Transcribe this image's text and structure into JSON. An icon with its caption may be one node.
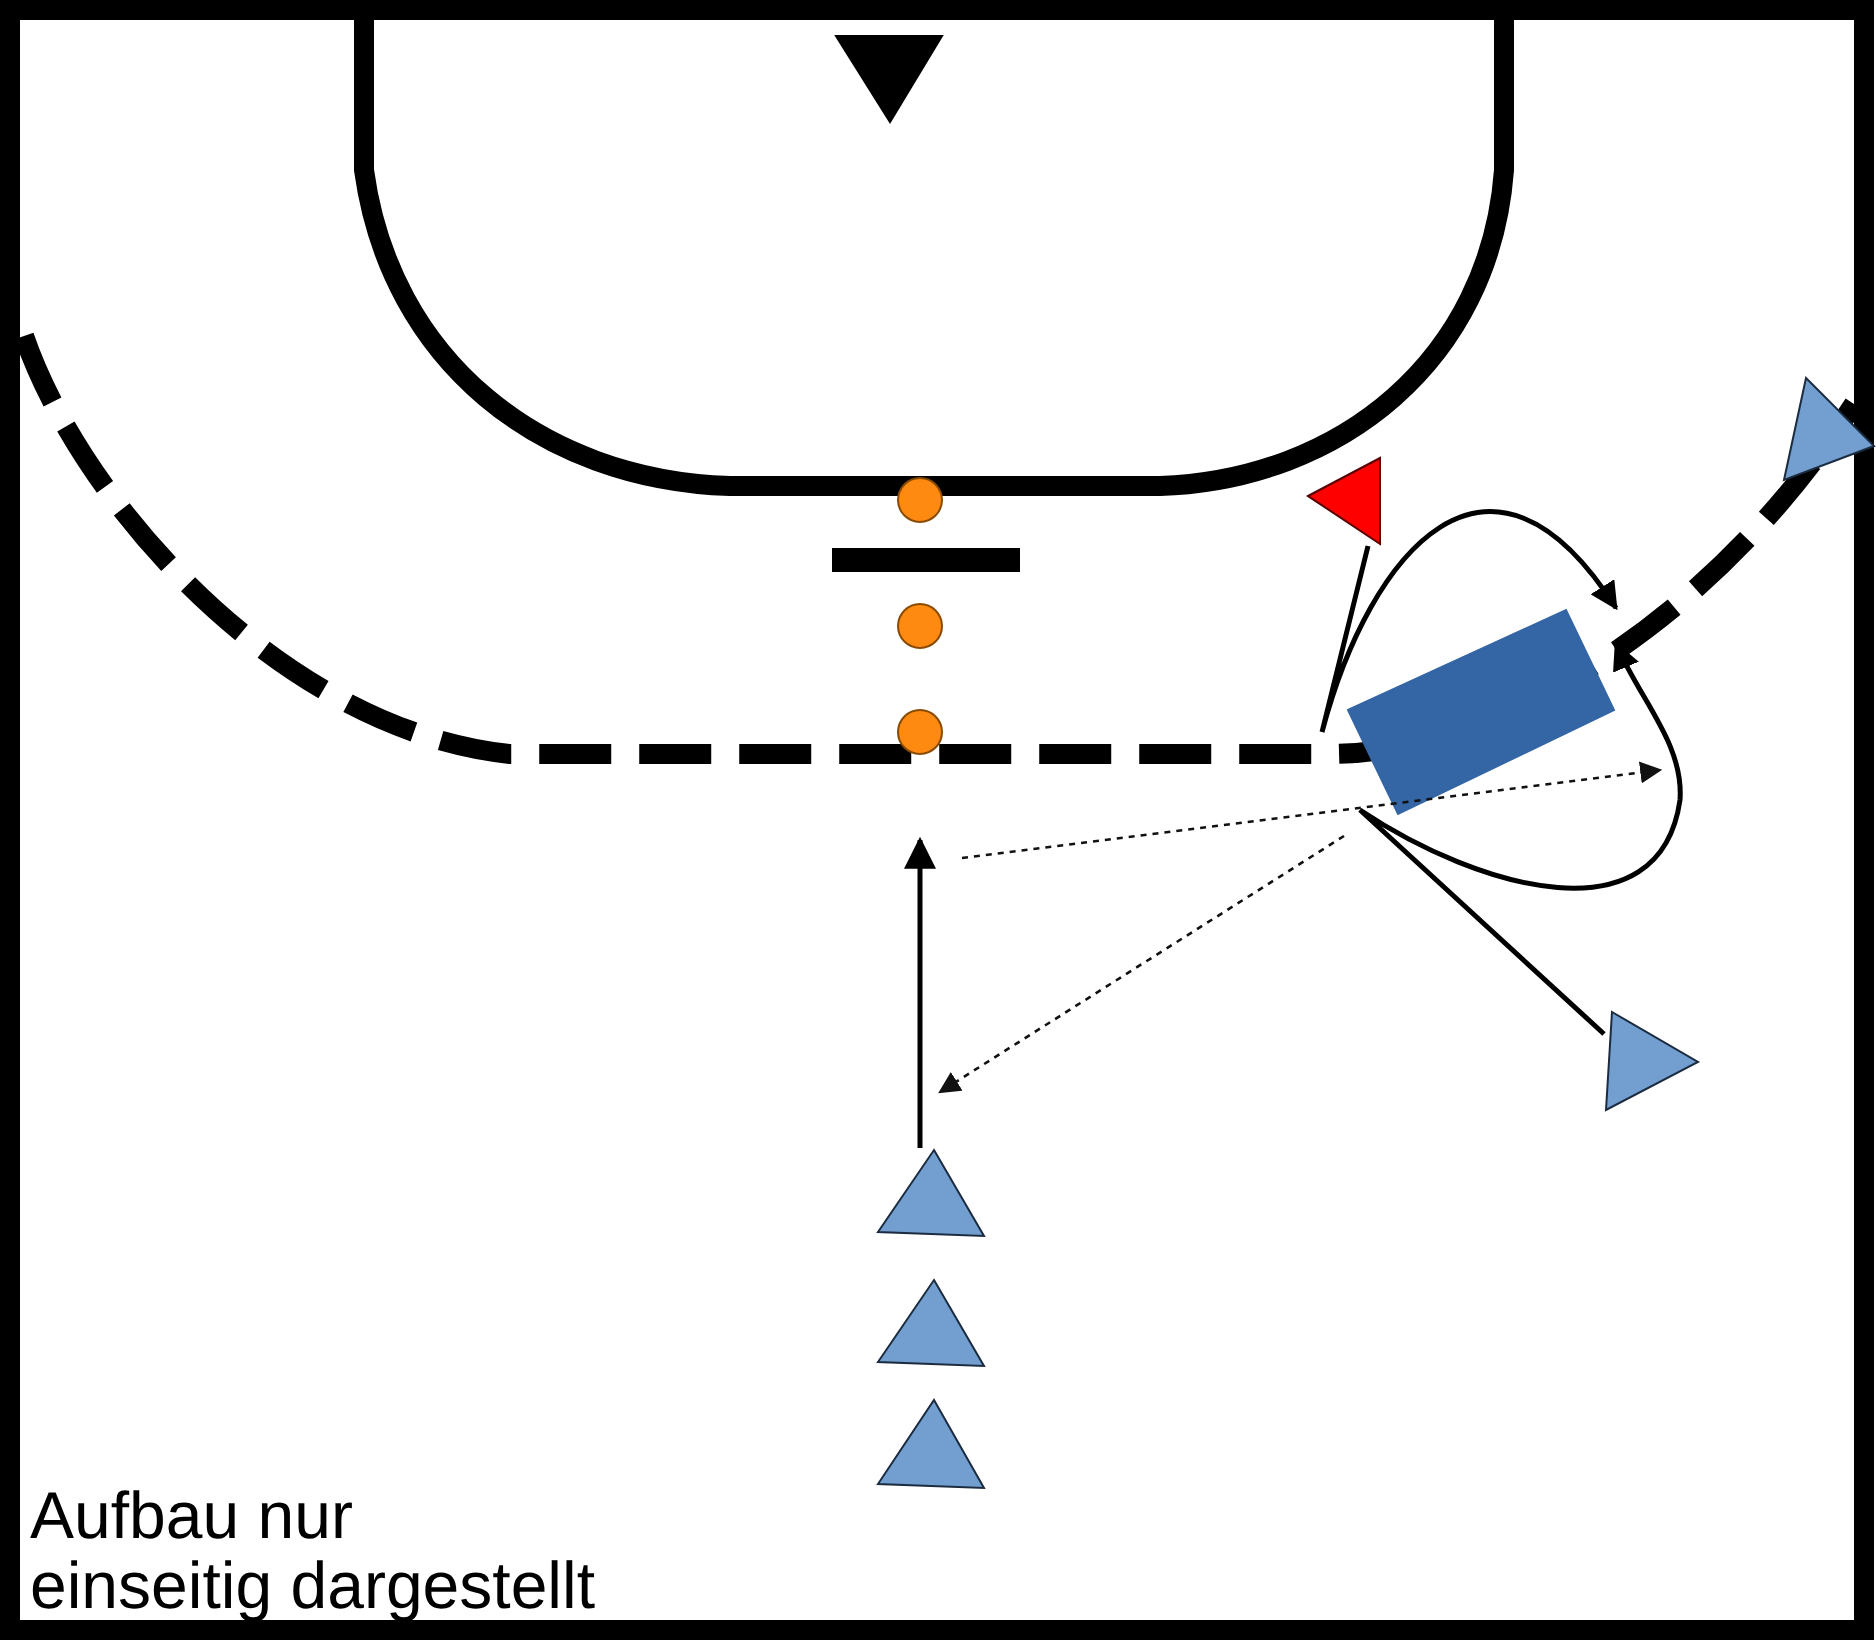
{
  "diagram": {
    "nodes": [
      {
        "text": [],
        "shape": "triangle"
      },
      {
        "text": [],
        "shape": "triangle"
      },
      {
        "text": [],
        "shape": "triangle"
      },
      {
        "text": [],
        "shape": "box"
      },
      {
        "text": [],
        "shape": "triangle"
      },
      {
        "text": [],
        "shape": "triangle"
      },
      {
        "text": [],
        "shape": "triangle"
      },
      {
        "text": [],
        "shape": "triangle"
      }
    ],
    "edges": [
      {
        "from": 2,
        "to": 3,
        "arrow": "to"
      },
      {
        "from": 4,
        "to": 3,
        "arrow": "to"
      },
      {
        "from": 5,
        "to": null,
        "arrow": "to"
      }
    ],
    "labels": [
      "Aufbau nur einseitig dargestellt"
    ]
  }
}
